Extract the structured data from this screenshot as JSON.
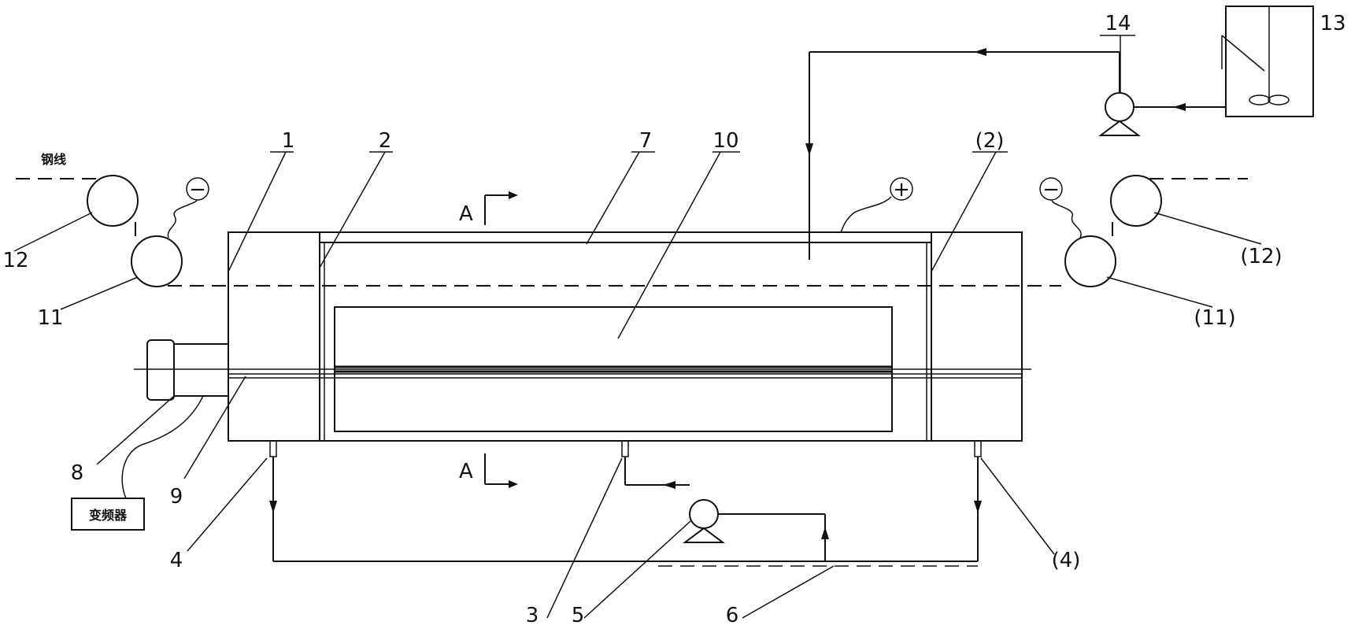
{
  "labels": {
    "l1": "1",
    "l2": "2",
    "l2b": "(2)",
    "l3": "3",
    "l4": "4",
    "l4b": "(4)",
    "l5": "5",
    "l6": "6",
    "l7": "7",
    "l8": "8",
    "l9": "9",
    "l10": "10",
    "l11": "11",
    "l11b": "(11)",
    "l12": "12",
    "l12b": "(12)",
    "l13": "13",
    "l14": "14"
  },
  "section": {
    "top": "A",
    "bottom": "A"
  },
  "texts": {
    "wire": "钢线",
    "inverter": "变频器"
  },
  "polarity": {
    "negative": "−",
    "positive": "+"
  }
}
